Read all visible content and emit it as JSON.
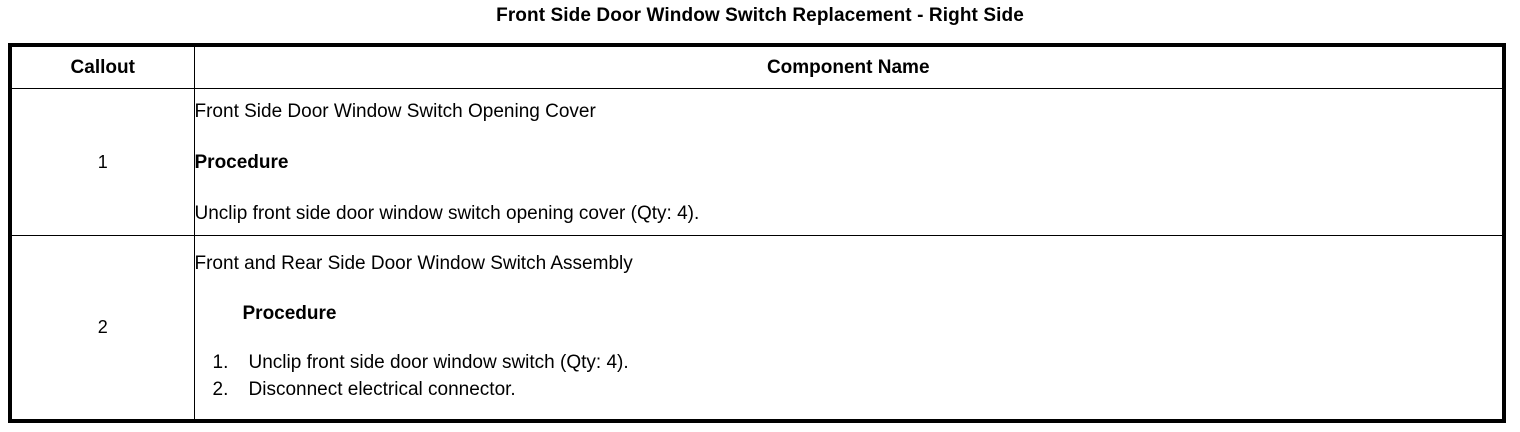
{
  "document": {
    "title": "Front Side Door Window Switch Replacement - Right Side"
  },
  "table": {
    "headers": {
      "callout": "Callout",
      "component_name": "Component Name"
    },
    "rows": [
      {
        "callout": "1",
        "component_title": "Front Side Door Window Switch Opening Cover",
        "procedure_label": "Procedure",
        "procedure_text": "Unclip front side door window switch opening cover (Qty: 4)."
      },
      {
        "callout": "2",
        "component_title": "Front and Rear Side Door Window Switch Assembly",
        "procedure_label": "Procedure",
        "steps": [
          {
            "num": "1.",
            "text": "Unclip front side door window switch (Qty: 4)."
          },
          {
            "num": "2.",
            "text": "Disconnect electrical connector."
          }
        ]
      }
    ]
  },
  "colors": {
    "border": "#000000",
    "text": "#000000",
    "background": "#ffffff"
  }
}
